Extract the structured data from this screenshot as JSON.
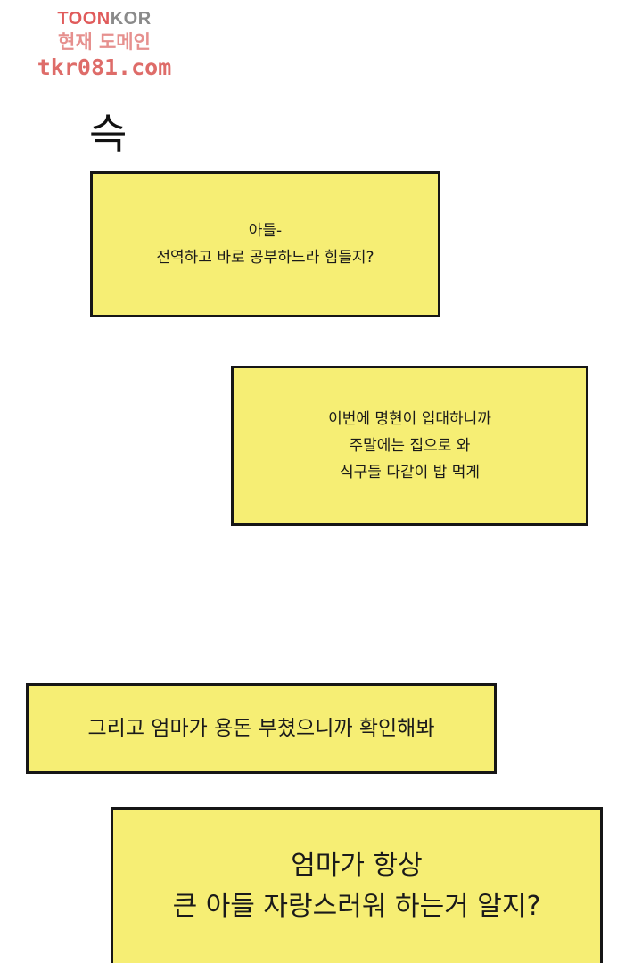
{
  "watermark": {
    "brand_part1": "TOON",
    "brand_part2": "KOR",
    "subtitle": "현재 도메인",
    "url": "tkr081.com",
    "colors": {
      "brand_part1": "#e05b5b",
      "brand_part2": "#8a8a8a"
    }
  },
  "sound_effect": "슥",
  "dialogue": [
    {
      "id": "box-1",
      "text": "아들-\n전역하고 바로 공부하느라 힘들지?"
    },
    {
      "id": "box-2",
      "text": "이번에 명현이 입대하니까\n주말에는 집으로 와\n식구들 다같이 밥 먹게"
    },
    {
      "id": "box-3",
      "text": "그리고 엄마가 용돈 부쳤으니까 확인해봐"
    },
    {
      "id": "box-4",
      "text": "엄마가 항상\n큰 아들 자랑스러워 하는거 알지?"
    }
  ],
  "colors": {
    "box_fill": "#f6ee74",
    "box_border": "#161616",
    "text": "#1a1a1a"
  }
}
